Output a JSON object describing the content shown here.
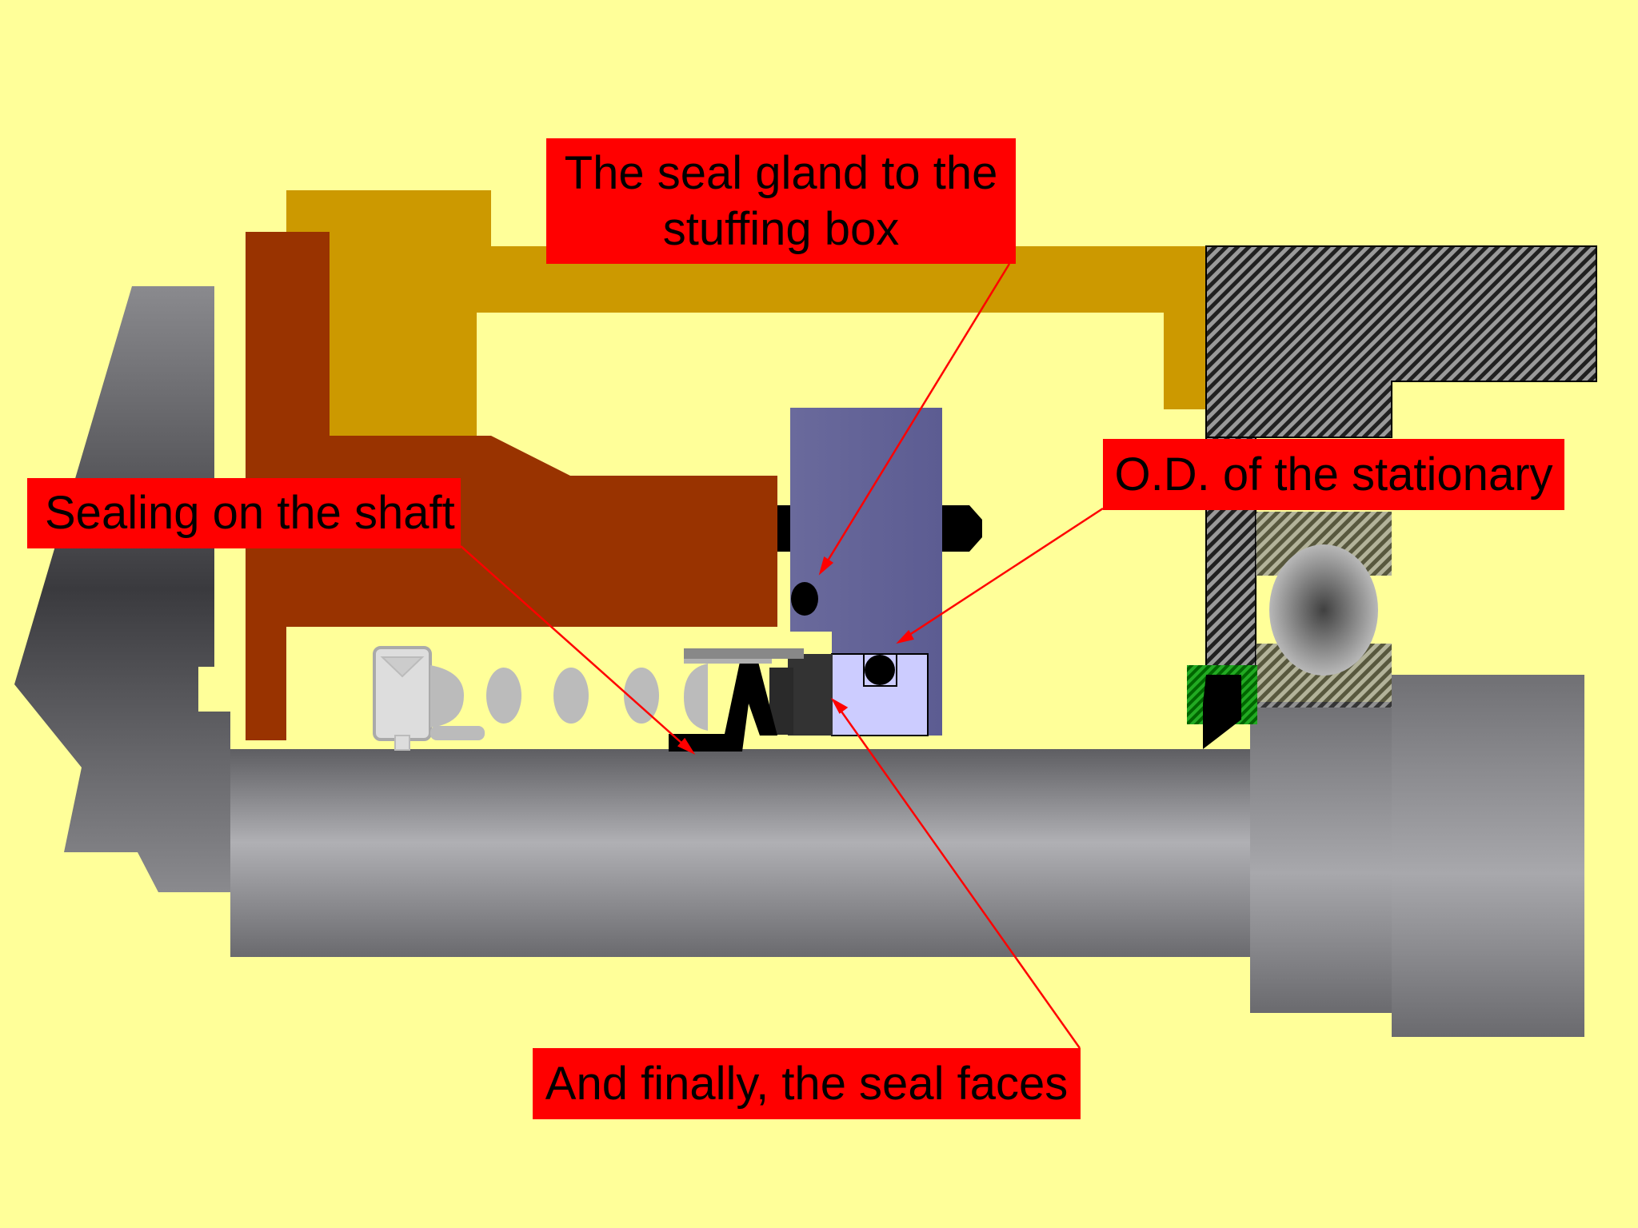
{
  "callouts": {
    "gland": "The seal gland to the\nstuffing box",
    "shaft": "Sealing on the shaft",
    "od": "O.D. of the stationary",
    "faces": "And finally, the seal faces"
  },
  "colors": {
    "background": "#ffff99",
    "callout_fill": "#ff0000",
    "callout_text": "#000000",
    "leader_line": "#ff0000",
    "gland": "#993300",
    "stuffing_box": "#cc9900",
    "seal_head": "#6a6a9c",
    "stationary_face": "#ccccff",
    "o_ring": "#000000",
    "shaft": "#a8a8ac",
    "green_gasket": "#119911"
  }
}
